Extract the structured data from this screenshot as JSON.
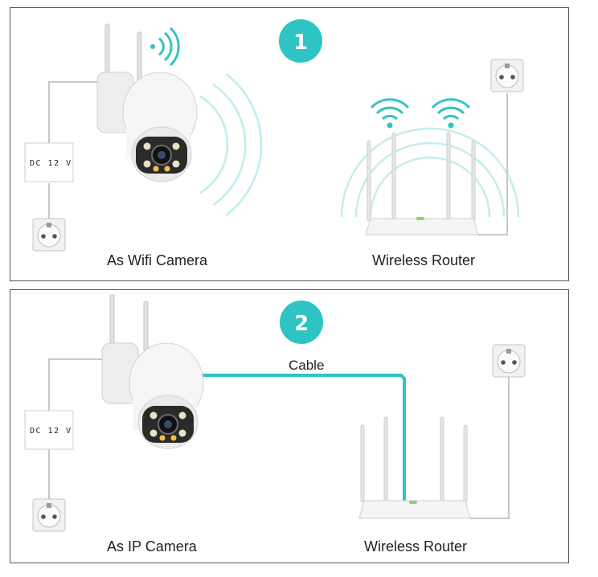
{
  "panels": [
    {
      "step": "1",
      "dc_label": "DC 12 V",
      "left_caption": "As Wifi Camera",
      "right_caption": "Wireless Router"
    },
    {
      "step": "2",
      "dc_label": "DC 12 V",
      "cable_label": "Cable",
      "left_caption": "As IP Camera",
      "right_caption": "Wireless Router"
    }
  ],
  "colors": {
    "accent": "#2ec4c4",
    "wifi": "#3cc9c9",
    "border": "#555555"
  },
  "icons": [
    "ptz-camera-icon",
    "wifi-signal-icon",
    "power-outlet-icon",
    "router-icon",
    "step-badge-icon"
  ]
}
